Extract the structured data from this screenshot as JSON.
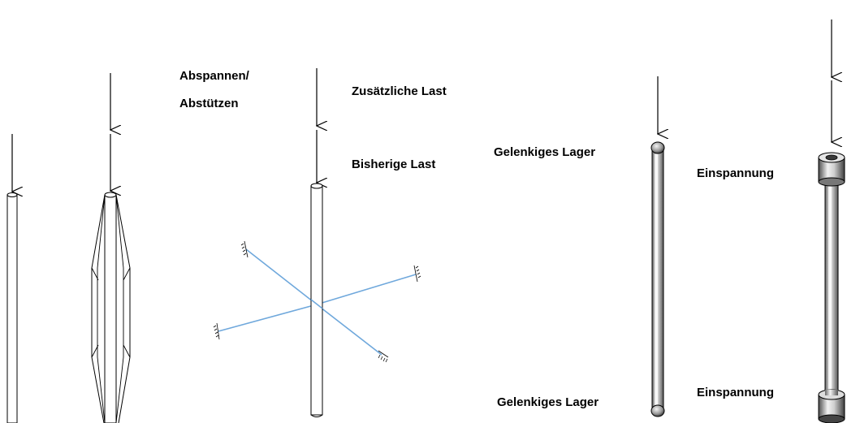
{
  "labels": {
    "bracing_line1": "Abspannen/",
    "bracing_line2": "Abstützen",
    "additional_load": "Zusätzliche Last",
    "previous_load": "Bisherige Last",
    "pinned_support_top": "Gelenkiges Lager",
    "pinned_support_bottom": "Gelenkiges Lager",
    "fixed_support_top": "Einspannung",
    "fixed_support_bottom": "Einspannung"
  },
  "colors": {
    "line": "#000000",
    "bracing": "#6fa8dc",
    "steel_light": "#e8e8e8",
    "steel_dark": "#5a5a5a"
  }
}
